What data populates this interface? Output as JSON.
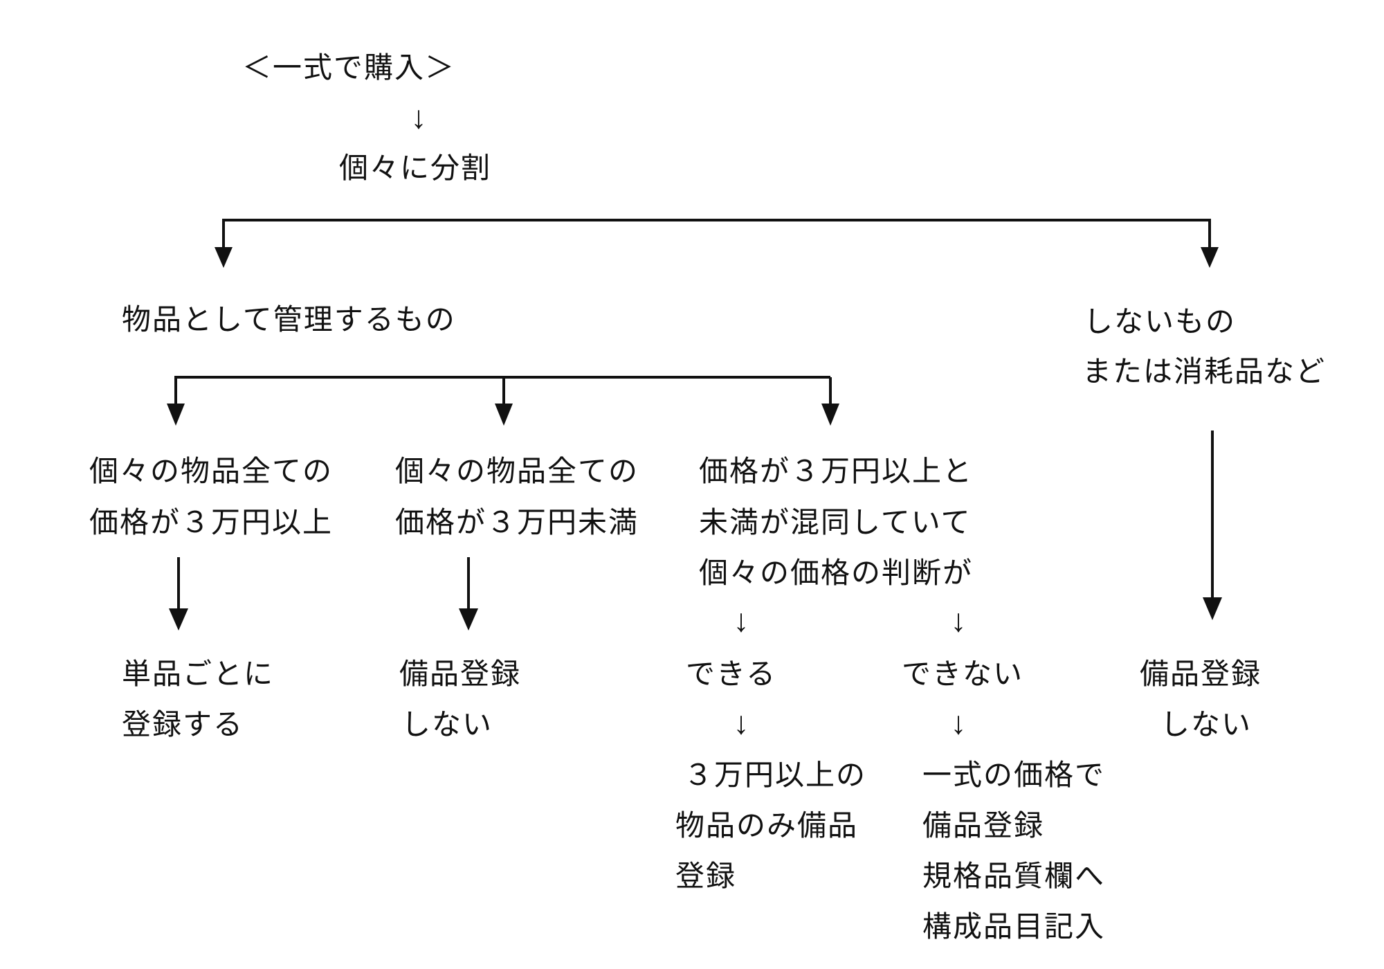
{
  "meta": {
    "background": "#ffffff",
    "ink": "#111111",
    "arrow_glyph": "↓"
  },
  "flow": {
    "root": {
      "title": "＜一式で購入＞"
    },
    "split": {
      "label": "個々に分割"
    },
    "managed": {
      "label": "物品として管理するもの",
      "all_over_30k": {
        "line1": "個々の物品全ての",
        "line2": "価格が３万円以上",
        "outcome": {
          "line1": "単品ごとに",
          "line2": "登録する"
        }
      },
      "all_under_30k": {
        "line1": "個々の物品全ての",
        "line2": "価格が３万円未満",
        "outcome": {
          "line1": "備品登録",
          "line2": "しない"
        }
      },
      "mixed": {
        "line1": "価格が３万円以上と",
        "line2": "未満が混同していて",
        "line3": "個々の価格の判断が",
        "possible": {
          "label": "できる",
          "outcome": {
            "line1": "３万円以上の",
            "line2": "物品のみ備品",
            "line3": "登録"
          }
        },
        "impossible": {
          "label": "できない",
          "outcome": {
            "line1": "一式の価格で",
            "line2": "備品登録",
            "line3": "規格品質欄へ",
            "line4": "構成品目記入"
          }
        }
      }
    },
    "not_managed": {
      "label1": "しないもの",
      "label2": "または消耗品など",
      "outcome": {
        "line1": "備品登録",
        "line2": "しない"
      }
    }
  }
}
